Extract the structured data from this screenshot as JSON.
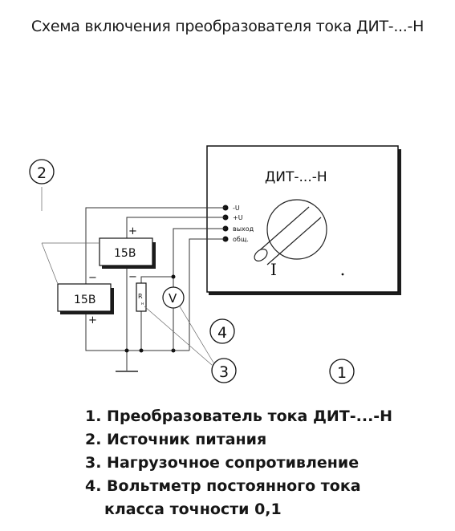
{
  "title": "Схема включения преобразователя тока ДИТ-...-Н",
  "device": {
    "name": "ДИТ-...-Н",
    "terminals": [
      "-U",
      "+U",
      "выход",
      "общ."
    ],
    "scale_label": "I"
  },
  "sources": {
    "upper": "15В",
    "lower": "15В"
  },
  "polarity": {
    "plus": "+",
    "minus": "−"
  },
  "components": {
    "resistor": "R",
    "resistor_sub": "н",
    "voltmeter": "V"
  },
  "callouts": {
    "c1": "1",
    "c2": "2",
    "c3": "3",
    "c4": "4"
  },
  "legend": {
    "item1": "1. Преобразователь тока ДИТ-...-Н",
    "item2": "2. Источник питания",
    "item3": "3. Нагрузочное сопротивление",
    "item4": "4. Вольтметр постоянного тока",
    "item4_cont": "класса точности 0,1"
  }
}
